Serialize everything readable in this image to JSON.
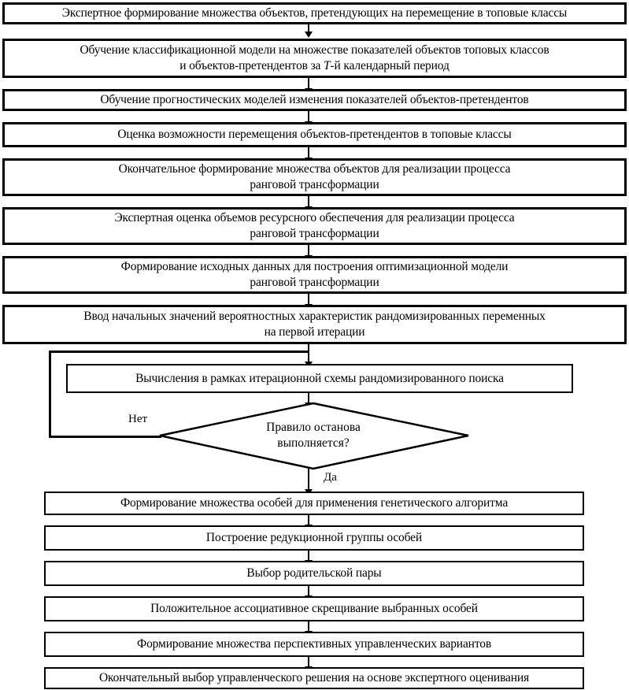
{
  "diagram": {
    "title": "Flowchart of rank transformation decision process",
    "colors": {
      "stroke": "#000000",
      "fill": "#ffffff",
      "text": "#000000"
    },
    "steps": [
      {
        "id": "step-1",
        "text": "Экспертное формирование множества объектов, претендующих на перемещение в топовые классы"
      },
      {
        "id": "step-2",
        "text_before": "Обучение классификационной модели на множестве показателей объектов топовых классов\nи объектов-претендентов за ",
        "italic": "T",
        "text_after": "-й календарный период"
      },
      {
        "id": "step-3",
        "text": "Обучение прогностических моделей изменения показателей объектов-претендентов"
      },
      {
        "id": "step-4",
        "text": "Оценка возможности перемещения объектов-претендентов в топовые классы"
      },
      {
        "id": "step-5",
        "text": "Окончательное формирование множества объектов для реализации процесса\nранговой трансформации"
      },
      {
        "id": "step-6",
        "text": "Экспертная оценка объемов ресурсного обеспечения для реализации процесса\nранговой трансформации"
      },
      {
        "id": "step-7",
        "text": "Формирование исходных данных для построения оптимизационной модели\nранговой трансформации"
      },
      {
        "id": "step-8",
        "text": "Ввод начальных значений вероятностных характеристик рандомизированных переменных\nна первой итерации"
      },
      {
        "id": "step-9",
        "text": "Вычисления в рамках итерационной схемы рандомизированного поиска"
      }
    ],
    "decision": {
      "id": "decision-stop-rule",
      "text": "Правило останова\nвыполняется?",
      "label_no": "Нет",
      "label_yes": "Да"
    },
    "steps_after": [
      {
        "id": "step-10",
        "text": "Формирование множества особей для применения генетического алгоритма"
      },
      {
        "id": "step-11",
        "text": "Построение редукционной группы особей"
      },
      {
        "id": "step-12",
        "text": "Выбор родительской пары"
      },
      {
        "id": "step-13",
        "text": "Положительное ассоциативное скрещивание выбранных особей"
      },
      {
        "id": "step-14",
        "text": "Формирование множества перспективных управленческих вариантов"
      },
      {
        "id": "step-15",
        "text": "Окончательный выбор управленческого решения на основе экспертного оценивания"
      }
    ]
  }
}
